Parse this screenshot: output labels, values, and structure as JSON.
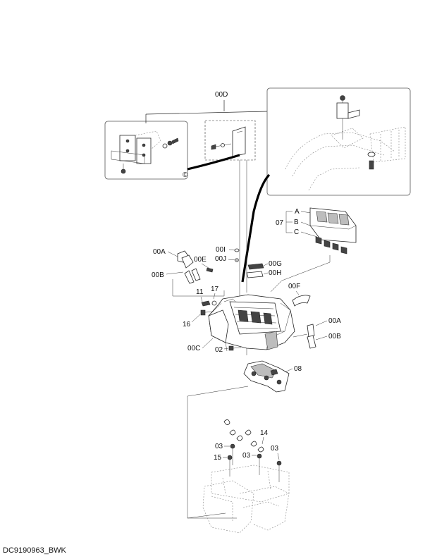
{
  "labels": {
    "d00D": "00D",
    "A": "A",
    "B": "B",
    "C": "C",
    "n07": "07",
    "d00A_left": "00A",
    "d00E": "00E",
    "d00I": "00I",
    "d00J": "00J",
    "d00G": "00G",
    "d00H": "00H",
    "d00B_left": "00B",
    "n11": "11",
    "n17": "17",
    "d00F": "00F",
    "n16": "16",
    "d00A_right": "00A",
    "d00B_right": "00B",
    "d00C": "00C",
    "n02": "02",
    "n08": "08",
    "n14": "14",
    "n03_a": "03",
    "n03_b": "03",
    "n03_c": "03",
    "n15": "15"
  },
  "footer": {
    "drawing_code": "DC9190963_BWK"
  }
}
